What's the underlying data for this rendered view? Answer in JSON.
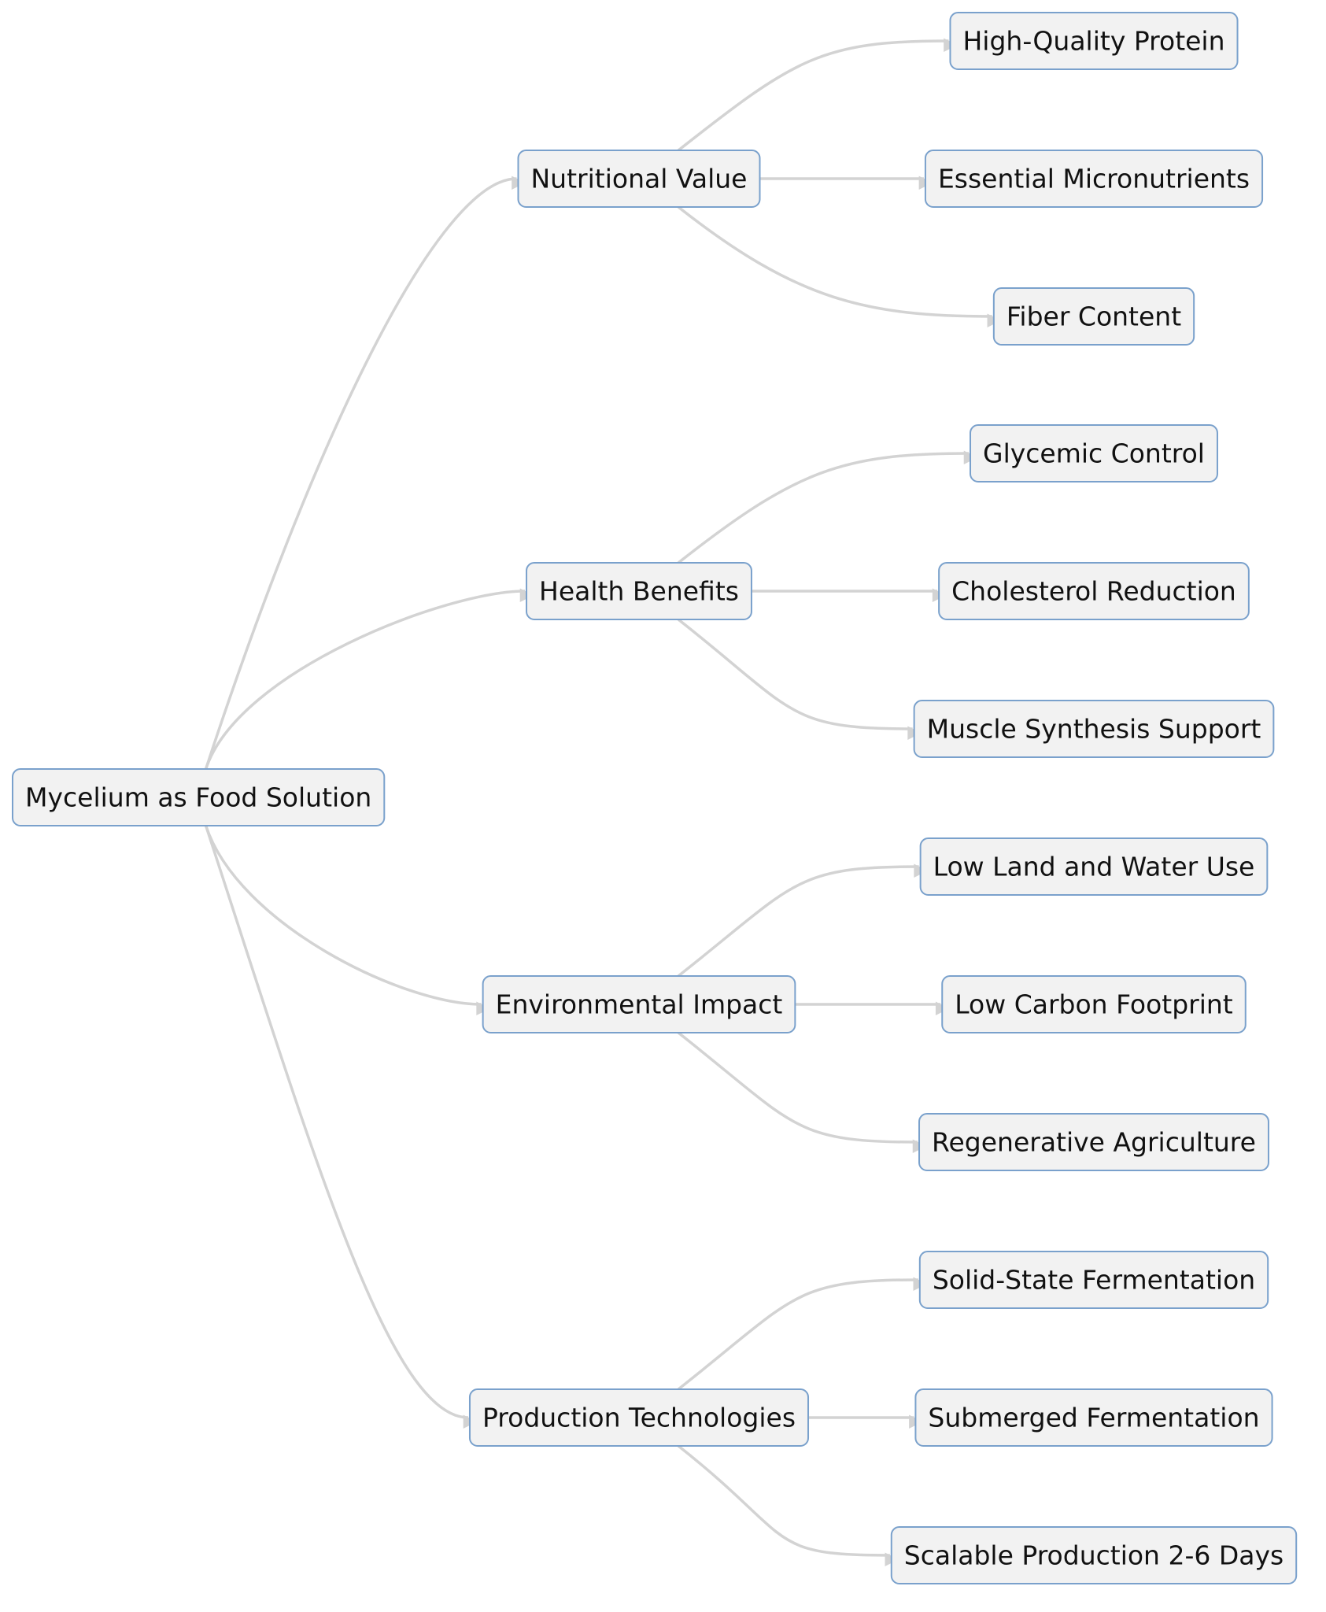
{
  "diagram": {
    "root": {
      "id": "root",
      "label": "Mycelium as Food Solution"
    },
    "branches": [
      {
        "id": "nutrition",
        "label": "Nutritional Value",
        "children": [
          {
            "id": "protein",
            "label": "High-Quality Protein"
          },
          {
            "id": "micronutrients",
            "label": "Essential Micronutrients"
          },
          {
            "id": "fiber",
            "label": "Fiber Content"
          }
        ]
      },
      {
        "id": "health",
        "label": "Health Benefits",
        "children": [
          {
            "id": "glycemic",
            "label": "Glycemic Control"
          },
          {
            "id": "cholesterol",
            "label": "Cholesterol Reduction"
          },
          {
            "id": "muscle",
            "label": "Muscle Synthesis Support"
          }
        ]
      },
      {
        "id": "environment",
        "label": "Environmental Impact",
        "children": [
          {
            "id": "landwater",
            "label": "Low Land and Water Use"
          },
          {
            "id": "carbon",
            "label": "Low Carbon Footprint"
          },
          {
            "id": "regen",
            "label": "Regenerative Agriculture"
          }
        ]
      },
      {
        "id": "production",
        "label": "Production Technologies",
        "children": [
          {
            "id": "solidstate",
            "label": "Solid-State Fermentation"
          },
          {
            "id": "submerged",
            "label": "Submerged Fermentation"
          },
          {
            "id": "scalable",
            "label": "Scalable Production 2-6 Days"
          }
        ]
      }
    ]
  },
  "colors": {
    "node_fill": "#f2f2f2",
    "node_border": "#7aa1cc",
    "edge": "#d3d3d3",
    "text": "#111111"
  }
}
